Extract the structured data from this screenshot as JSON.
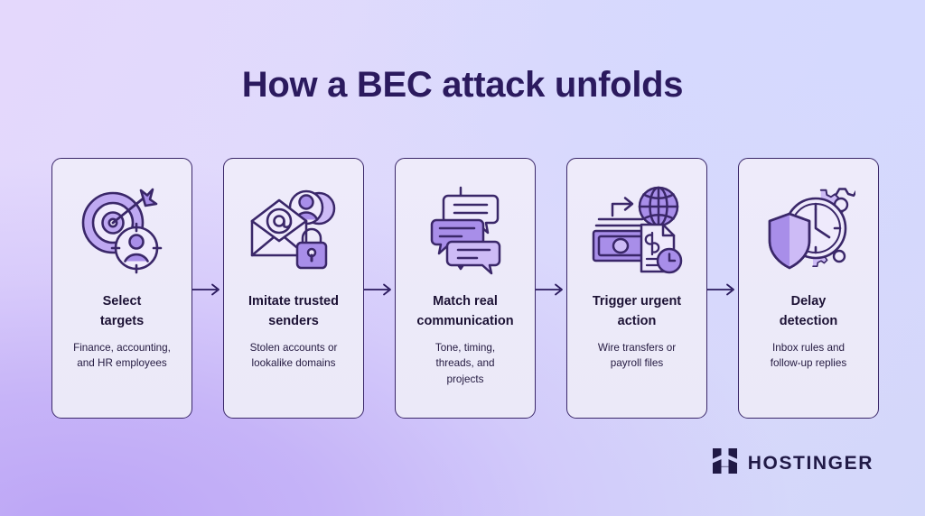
{
  "page": {
    "title": "How a BEC attack unfolds",
    "background_colors": {
      "top_left": "#e4d8fc",
      "top_right": "#d5d9fe",
      "bottom_left": "#bca5f6",
      "bottom_right": "#d3d7fa"
    },
    "accent_colors": {
      "title_text": "#2b1a5e",
      "card_border": "#3a2769",
      "card_fill": "#eeebfa",
      "icon_outline": "#3a2769",
      "icon_fill_light": "#cdbbf6",
      "icon_fill_mid": "#a88ee9",
      "arrow": "#2b1a5e",
      "logo": "#201945"
    }
  },
  "steps": [
    {
      "index": 1,
      "icon": "target-person-crosshair-icon",
      "title": "Select\ntargets",
      "description": "Finance, accounting,\nand HR employees"
    },
    {
      "index": 2,
      "icon": "envelope-at-avatar-lock-icon",
      "title": "Imitate trusted\nsenders",
      "description": "Stolen accounts or\nlookalike domains"
    },
    {
      "index": 3,
      "icon": "chat-bubbles-thread-arrow-icon",
      "title": "Match real\ncommunication",
      "description": "Tone, timing,\nthreads, and\nprojects"
    },
    {
      "index": 4,
      "icon": "money-globe-invoice-clock-icon",
      "title": "Trigger urgent\naction",
      "description": "Wire transfers or\npayroll files"
    },
    {
      "index": 5,
      "icon": "shield-clock-gears-icon",
      "title": "Delay\ndetection",
      "description": "Inbox rules and\nfollow-up replies"
    }
  ],
  "connectors": [
    {
      "icon": "arrow-right-icon"
    },
    {
      "icon": "arrow-right-icon"
    },
    {
      "icon": "arrow-right-icon"
    },
    {
      "icon": "arrow-right-icon"
    }
  ],
  "logo": {
    "mark": "hostinger-h-mark-icon",
    "wordmark": "HOSTINGER"
  }
}
